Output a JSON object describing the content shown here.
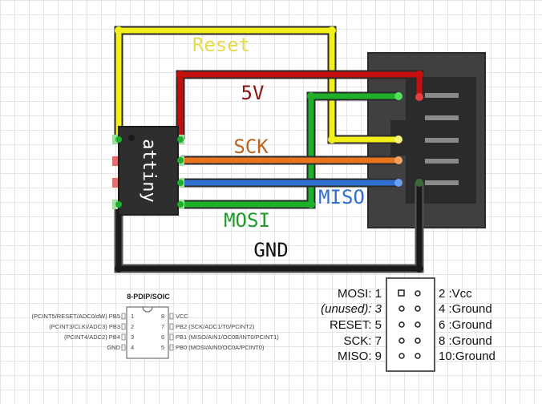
{
  "wires": {
    "reset": {
      "label": "Reset",
      "color": "#f2ef1a"
    },
    "v5": {
      "label": "5V",
      "color": "#c40f0f"
    },
    "sck": {
      "label": "SCK",
      "color": "#e8741c"
    },
    "miso": {
      "label": "MISO",
      "color": "#2f6fd0"
    },
    "mosi": {
      "label": "MOSI",
      "color": "#1fb02b"
    },
    "gnd": {
      "label": "GND",
      "color": "#1a1a1a"
    }
  },
  "chip": {
    "label": "attiny"
  },
  "pinout": {
    "title": "8-PDIP/SOIC",
    "left": [
      {
        "name": "(PCINT5/RESET/ADC0/dW) PB5",
        "num": "1"
      },
      {
        "name": "(PCINT3/CLKI/ADC3) PB3",
        "num": "2"
      },
      {
        "name": "(PCINT4/ADC2) PB4",
        "num": "3"
      },
      {
        "name": "GND",
        "num": "4"
      }
    ],
    "right": [
      {
        "num": "8",
        "name": "VCC"
      },
      {
        "num": "7",
        "name": "PB2 (SCK/ADC1/T0/PCINT2)"
      },
      {
        "num": "6",
        "name": "PB1 (MISO/AIN1/OC0B/INT0/PCINT1)"
      },
      {
        "num": "5",
        "name": "PB0 (MOSI/AIN0/OC0A/PCINT0)"
      }
    ]
  },
  "header": {
    "left": [
      "MOSI: 1",
      "(unused): 3",
      "RESET: 5",
      "SCK: 7",
      "MISO: 9"
    ],
    "right": [
      "2  :Vcc",
      "4  :Ground",
      "6  :Ground",
      "8  :Ground",
      "10:Ground"
    ]
  }
}
